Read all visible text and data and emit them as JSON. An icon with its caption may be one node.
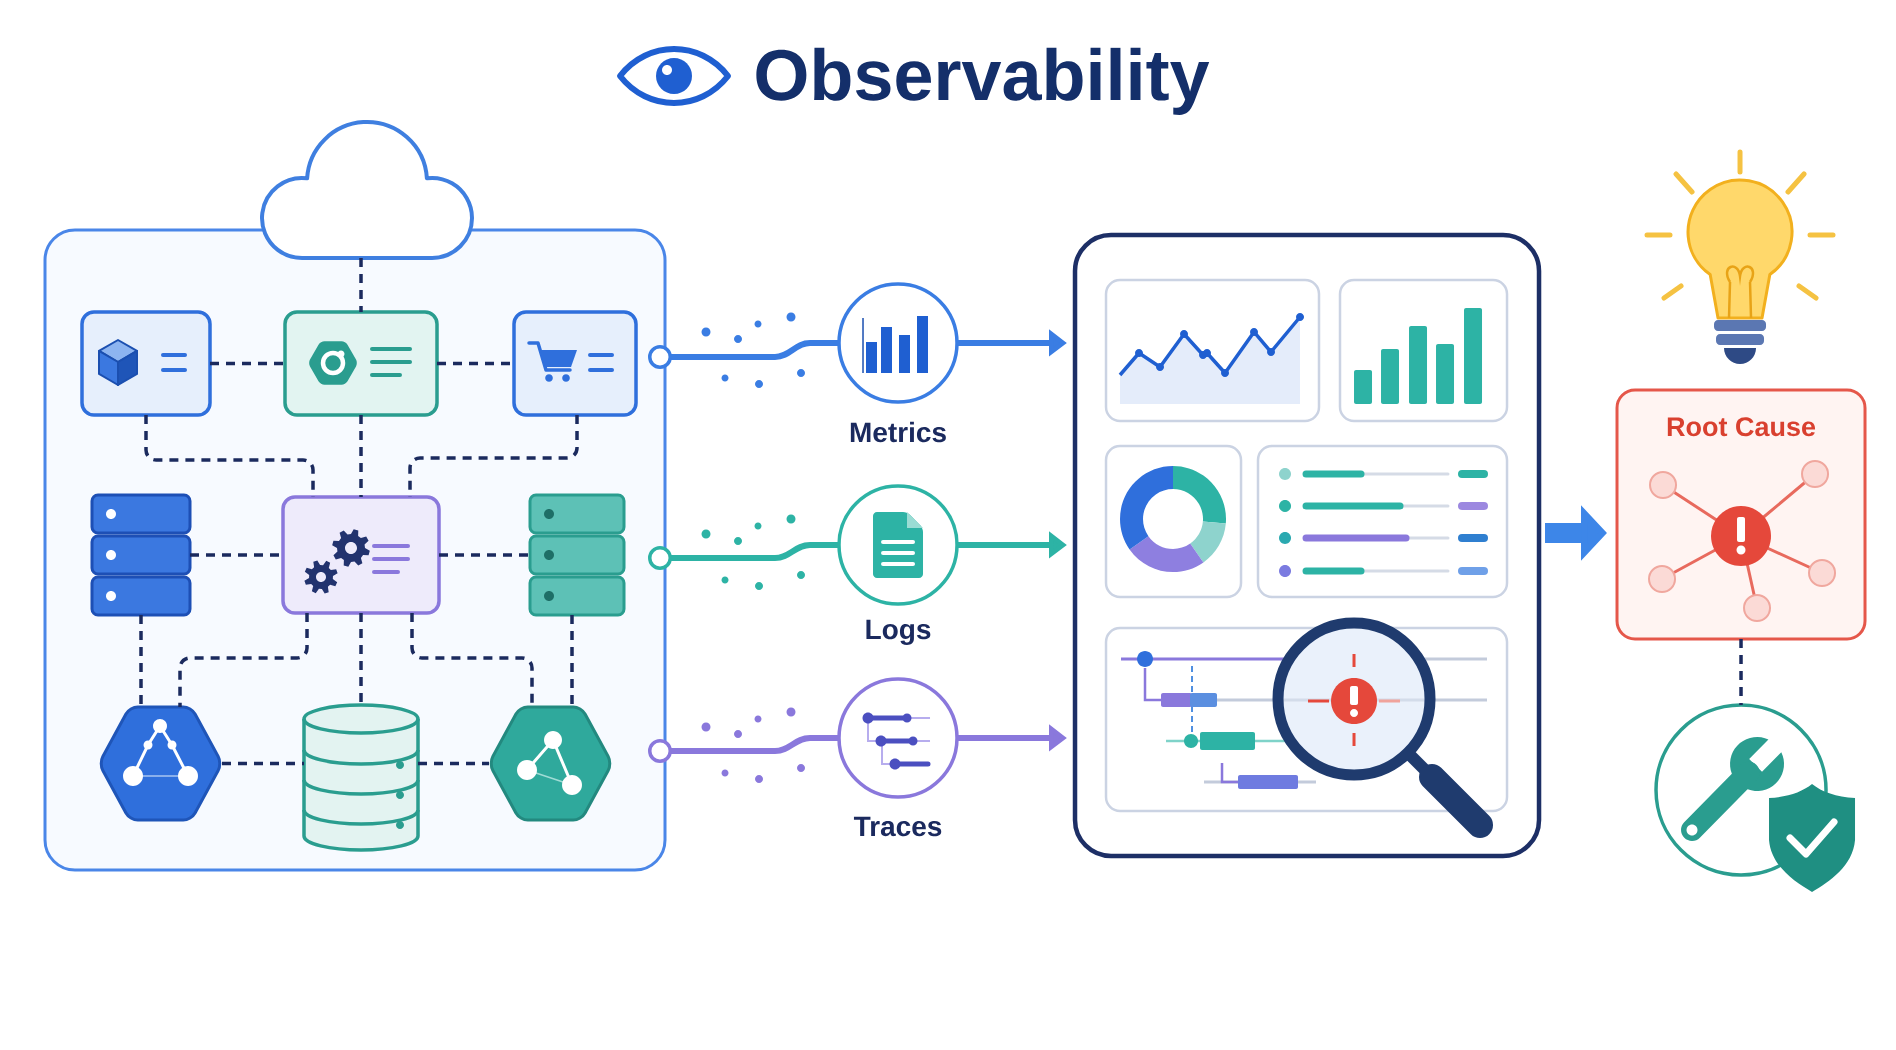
{
  "diagram": {
    "title": "Observability",
    "nodes": [
      {
        "text": [],
        "shape": "box"
      },
      {
        "text": [],
        "shape": "cloud"
      },
      {
        "text": [],
        "shape": "box",
        "in": 0
      },
      {
        "text": [],
        "shape": "box",
        "in": 0
      },
      {
        "text": [],
        "shape": "box",
        "in": 0
      },
      {
        "text": [],
        "shape": "picture",
        "in": 0
      },
      {
        "text": [],
        "shape": "box",
        "in": 0
      },
      {
        "text": [],
        "shape": "picture",
        "in": 0
      },
      {
        "text": [],
        "shape": "hexagon",
        "in": 0
      },
      {
        "text": [],
        "shape": "cylinder",
        "in": 0
      },
      {
        "text": [],
        "shape": "hexagon",
        "in": 0
      },
      {
        "text": [
          "Metrics"
        ]
      },
      {
        "text": [
          "Logs"
        ]
      },
      {
        "text": [
          "Traces"
        ]
      },
      {
        "text": [],
        "shape": "box"
      },
      {
        "text": [
          "Root Cause"
        ]
      },
      {
        "text": [],
        "shape": "circle"
      }
    ],
    "edges": [
      {
        "from": 1,
        "to": 3,
        "arrow": "none",
        "style": "dashed"
      },
      {
        "from": 2,
        "to": 3,
        "arrow": "none",
        "style": "dashed"
      },
      {
        "from": 3,
        "to": 4,
        "arrow": "none",
        "style": "dashed"
      },
      {
        "from": 2,
        "to": 6,
        "arrow": "none",
        "style": "dashed"
      },
      {
        "from": 3,
        "to": 6,
        "arrow": "none",
        "style": "dashed"
      },
      {
        "from": 4,
        "to": 6,
        "arrow": "none",
        "style": "dashed"
      },
      {
        "from": 5,
        "to": 6,
        "arrow": "none",
        "style": "dashed"
      },
      {
        "from": 6,
        "to": 7,
        "arrow": "none",
        "style": "dashed"
      },
      {
        "from": 5,
        "to": 8,
        "arrow": "none",
        "style": "dashed"
      },
      {
        "from": 6,
        "to": 8,
        "arrow": "none",
        "style": "dashed"
      },
      {
        "from": 6,
        "to": 9,
        "arrow": "none",
        "style": "dashed"
      },
      {
        "from": 6,
        "to": 10,
        "arrow": "none",
        "style": "dashed"
      },
      {
        "from": 7,
        "to": 10,
        "arrow": "none",
        "style": "dashed"
      },
      {
        "from": 8,
        "to": 9,
        "arrow": "none",
        "style": "dashed"
      },
      {
        "from": 9,
        "to": 10,
        "arrow": "none",
        "style": "dashed"
      },
      {
        "from": 0,
        "to": 11,
        "arrow": "other",
        "color": "#3a7de3"
      },
      {
        "from": 11,
        "to": 14,
        "arrow": "to",
        "color": "#3a7de3"
      },
      {
        "from": 0,
        "to": 12,
        "arrow": "other",
        "color": "#2db3a5"
      },
      {
        "from": 12,
        "to": 14,
        "arrow": "to",
        "color": "#2db3a5"
      },
      {
        "from": 0,
        "to": 13,
        "arrow": "other",
        "color": "#8a78dc"
      },
      {
        "from": 13,
        "to": 14,
        "arrow": "to",
        "color": "#8a78dc"
      },
      {
        "from": 14,
        "to": 15,
        "arrow": "to",
        "style": "thick",
        "color": "#3d86e8"
      },
      {
        "from": 15,
        "to": 16,
        "arrow": "none",
        "style": "dashed"
      }
    ]
  }
}
